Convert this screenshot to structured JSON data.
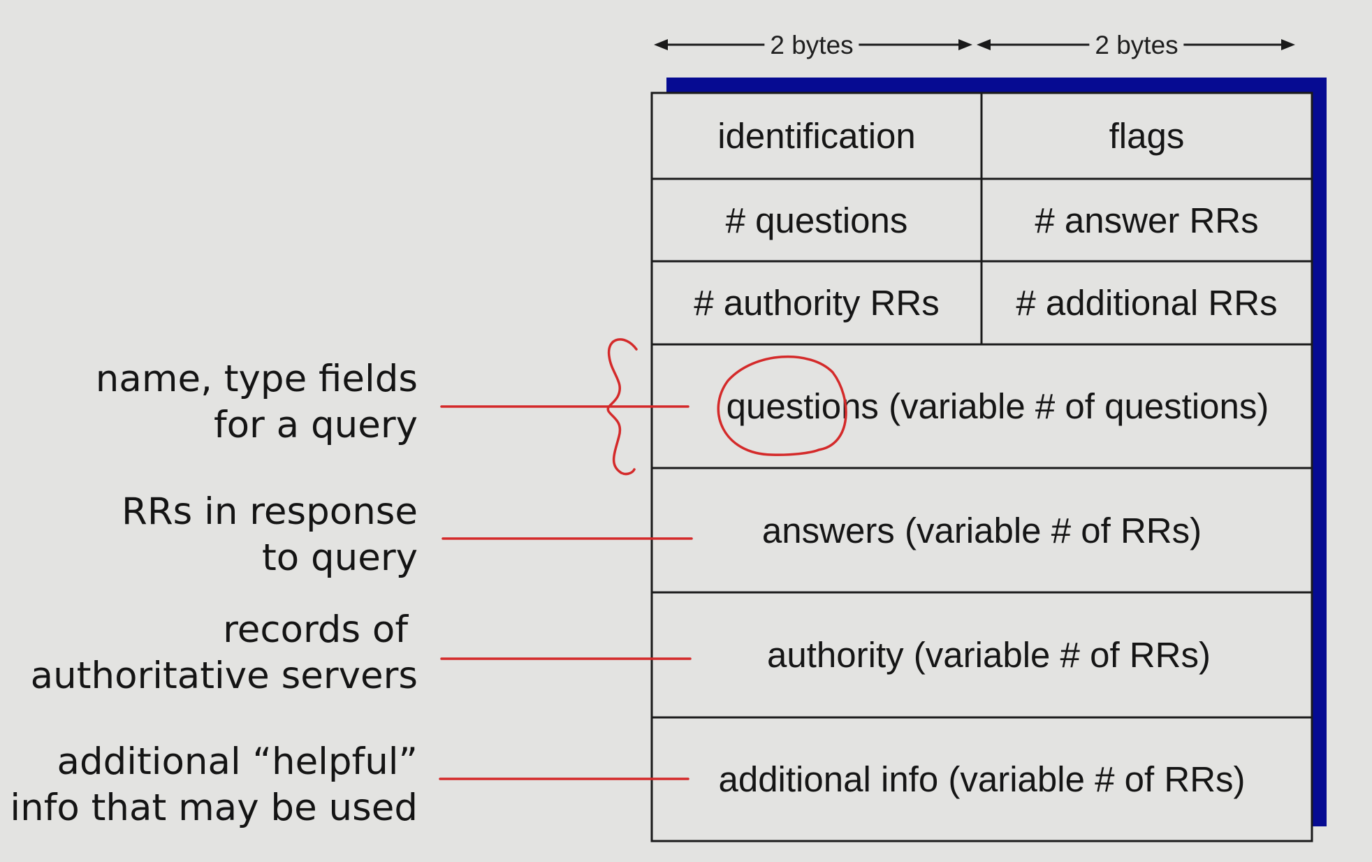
{
  "header": {
    "left_width": "2 bytes",
    "right_width": "2 bytes"
  },
  "fixed_fields": [
    {
      "left": "identification",
      "right": "flags"
    },
    {
      "left": "# questions",
      "right": "# answer RRs"
    },
    {
      "left": "# authority RRs",
      "right": "# additional RRs"
    }
  ],
  "variable_sections": [
    "questions (variable # of questions)",
    "answers (variable # of RRs)",
    "authority (variable # of RRs)",
    "additional info (variable # of RRs)"
  ],
  "descriptions": [
    {
      "line1": "name, type fields",
      "line2": "for a query"
    },
    {
      "line1": "RRs in response",
      "line2": "to query"
    },
    {
      "line1": "records of",
      "line2": "authoritative servers"
    },
    {
      "line1": "additional “helpful”",
      "line2": "info that may be used"
    }
  ],
  "colors": {
    "background": "#e3e3e1",
    "border": "#1a1a1a",
    "shadow": "#060b92",
    "annotation": "#d42a2a"
  }
}
